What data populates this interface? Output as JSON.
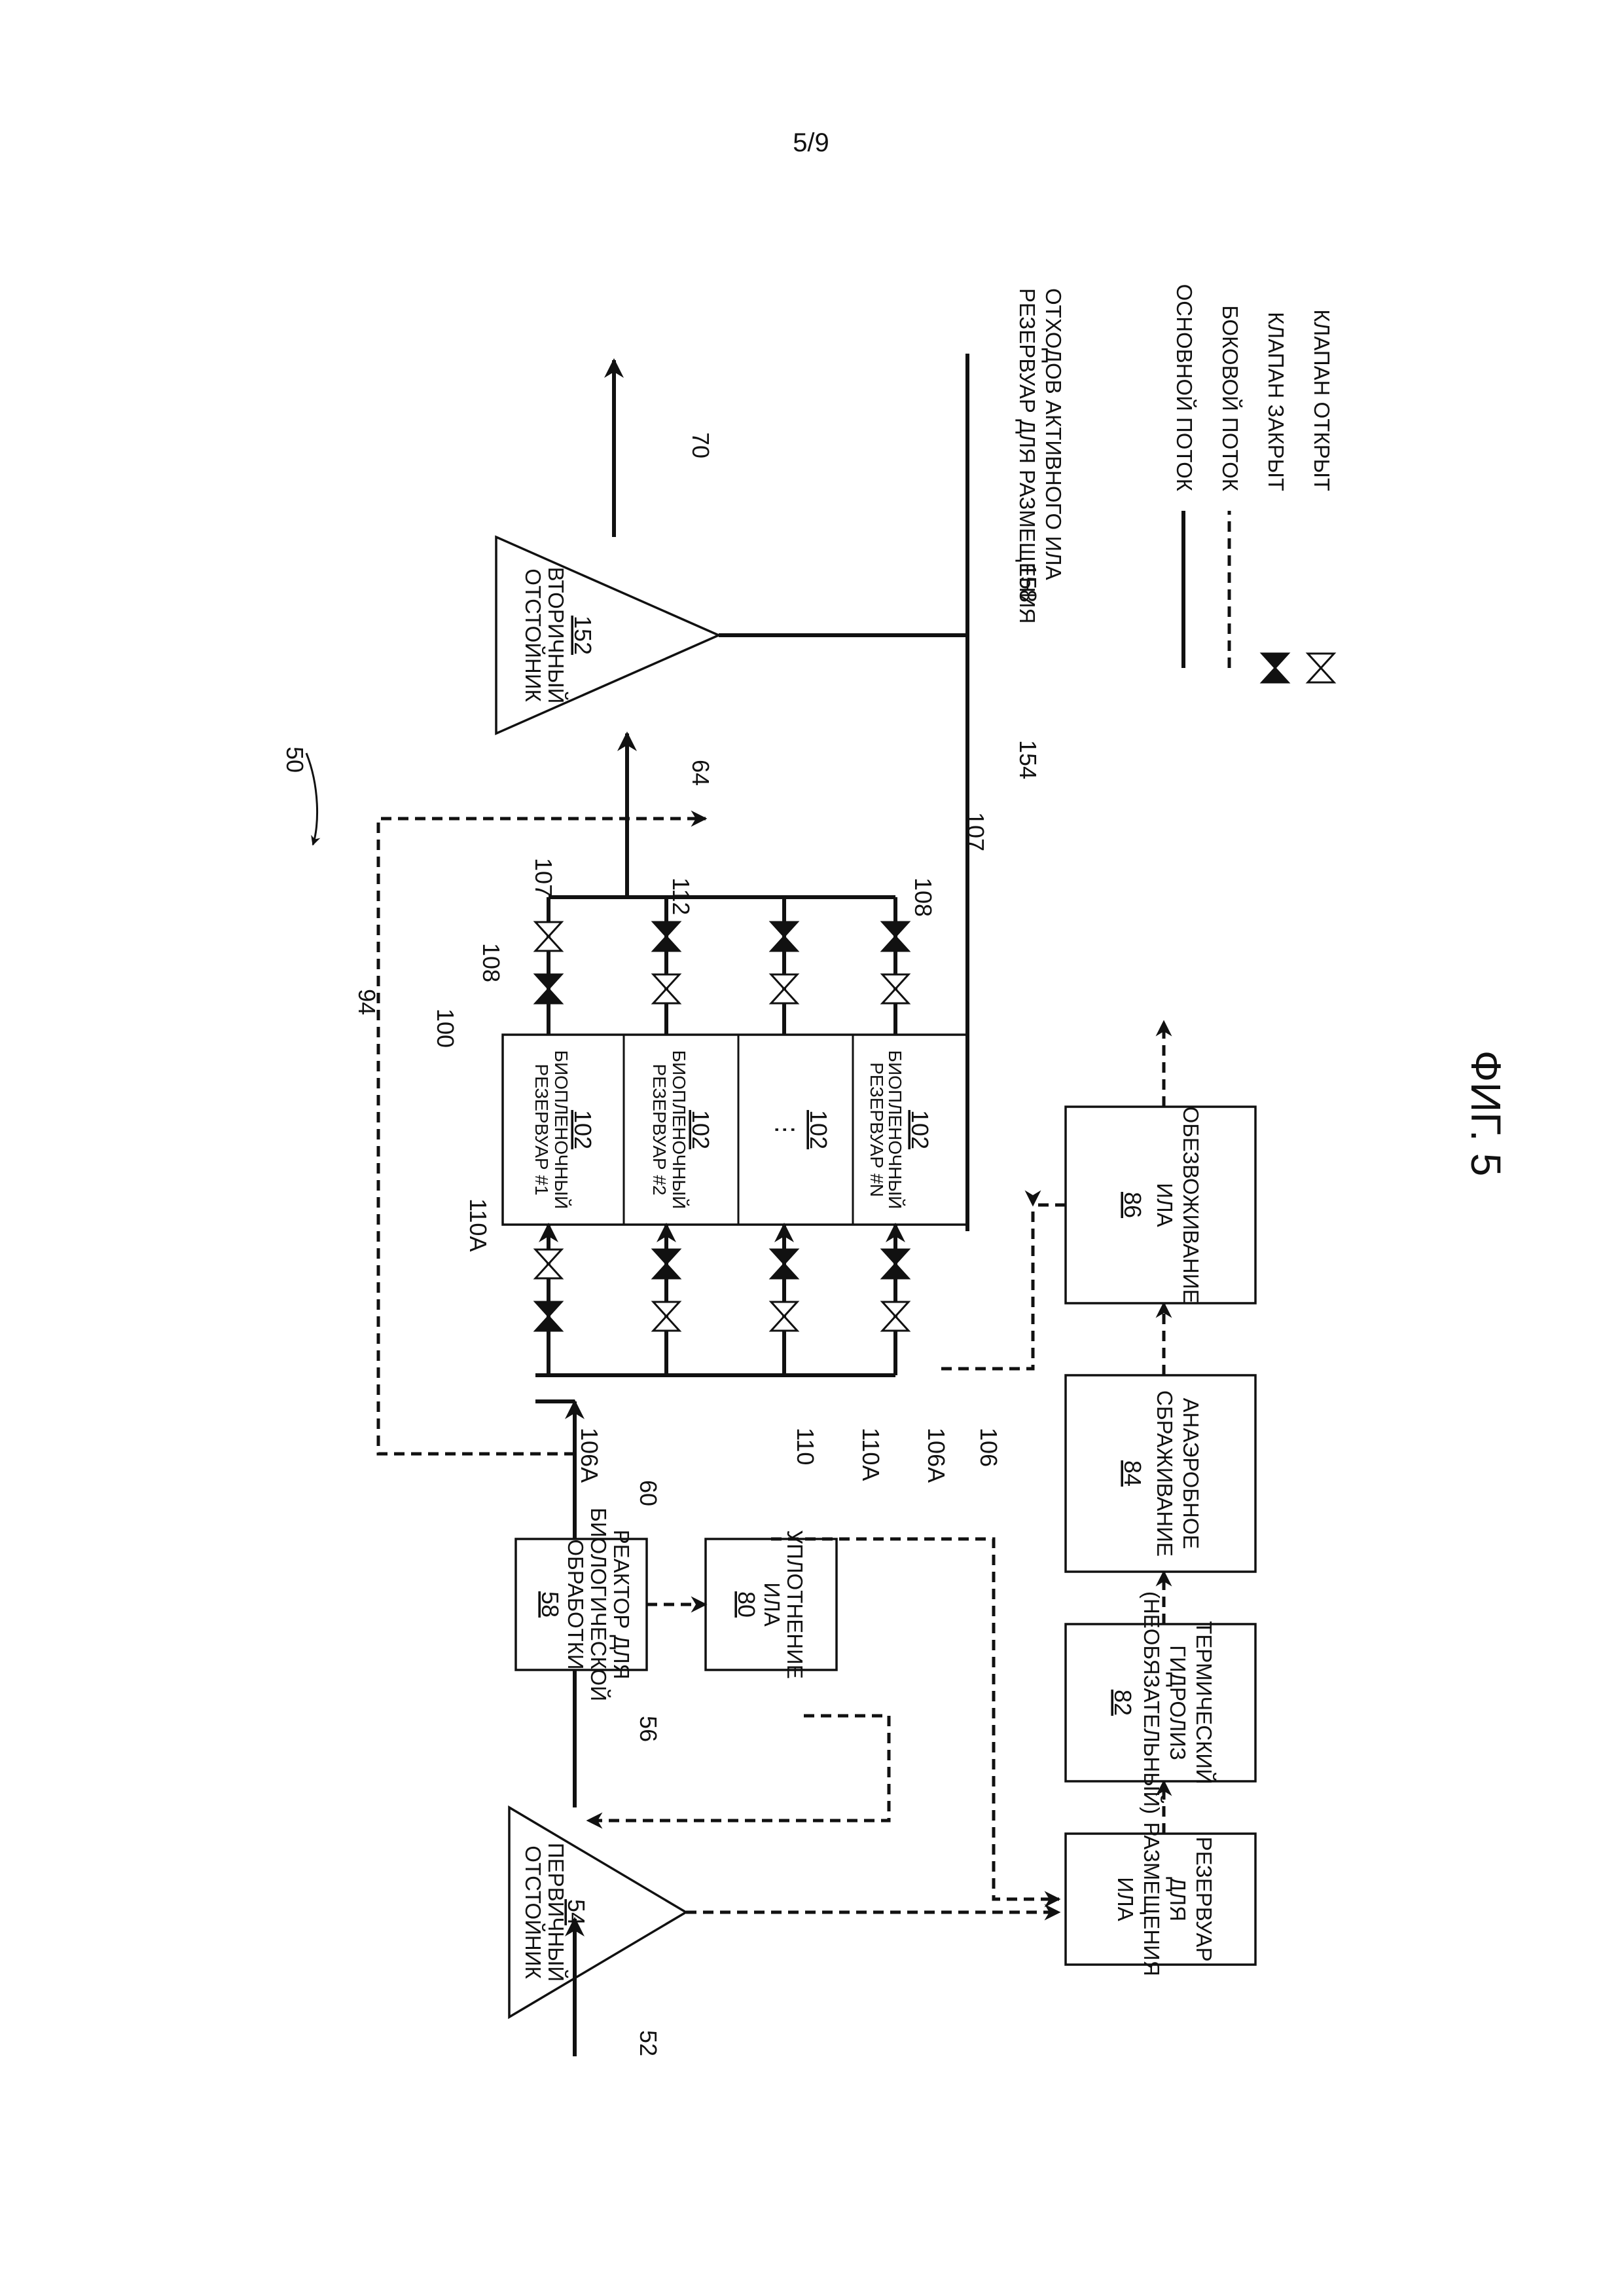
{
  "page_number": "5/9",
  "figure_label": "ФИГ. 5",
  "system_ref": "50",
  "blocks": {
    "primary_clarifier": {
      "line1": "ПЕРВИЧНЫЙ",
      "line2": "ОТСТОЙНИК",
      "ref": "54"
    },
    "bio_reactor": {
      "line1": "РЕАКТОР ДЛЯ",
      "line2": "БИОЛОГИЧЕСКОЙ",
      "line3": "ОБРАБОТКИ",
      "ref": "58"
    },
    "sludge_thickening": {
      "line1": "УПЛОТНЕНИЕ",
      "line2": "ИЛА",
      "ref": "80"
    },
    "sludge_storage": {
      "line1": "РЕЗЕРВУАР",
      "line2": "ДЛЯ",
      "line3": "РАЗМЕЩЕНИЯ",
      "line4": "ИЛА"
    },
    "thermal_hydrolysis": {
      "line1": "ТЕРМИЧЕСКИЙ",
      "line2": "ГИДРОЛИЗ",
      "line3": "(НЕОБЯЗАТЕЛЬНЫЙ)",
      "ref": "82"
    },
    "anaerobic_digestion": {
      "line1": "АНАЭРОБНОЕ",
      "line2": "СБРАЖИВАНИЕ",
      "ref": "84"
    },
    "dewatering": {
      "line1": "ОБЕЗВОЖИВАНИЕ",
      "line2": "ИЛА",
      "ref": "86"
    },
    "secondary_clarifier": {
      "line1": "ВТОРИЧНЫЙ",
      "line2": "ОТСТОЙНИК",
      "ref": "152"
    },
    "biofilm_group_ref": "100",
    "biofilm_tanks": [
      {
        "line1": "БИОПЛЕНОЧНЫЙ",
        "line2": "РЕЗЕРВУАР #1",
        "ref": "102"
      },
      {
        "line1": "БИОПЛЕНОЧНЫЙ",
        "line2": "РЕЗЕРВУАР #2",
        "ref": "102"
      },
      {
        "line1": "⋮",
        "line2": "",
        "ref": "102"
      },
      {
        "line1": "БИОПЛЕНОЧНЫЙ",
        "line2": "РЕЗЕРВУАР #N",
        "ref": "102"
      }
    ]
  },
  "flow_refs": {
    "influent": "52",
    "primary_effluent": "56",
    "reactor_effluent": "60",
    "effluent_to_secondary": "64",
    "final_effluent": "70",
    "recycle_line": "94",
    "sludge_return": "106",
    "valve_106a_top": "106A",
    "valve_106a_bottom": "106A",
    "outlet_107_top": "107",
    "outlet_107_bottom": "107",
    "valve_108_top": "108",
    "valve_108_bottom": "108",
    "inlet_manifold": "110",
    "inlet_110a_top": "110A",
    "inlet_110a_bottom": "110A",
    "outlet_manifold": "112",
    "was_line": "154",
    "was_ref": "158"
  },
  "was_destination": {
    "line1": "РЕЗЕРВУАР ДЛЯ РАЗМЕЩЕНИЯ",
    "line2": "ОТХОДОВ АКТИВНОГО ИЛА"
  },
  "legend": {
    "main_flow": "ОСНОВНОЙ ПОТОК",
    "side_flow": "БОКОВОЙ ПОТОК",
    "valve_closed": "КЛАПАН ЗАКРЫТ",
    "valve_open": "КЛАПАН ОТКРЫТ"
  }
}
